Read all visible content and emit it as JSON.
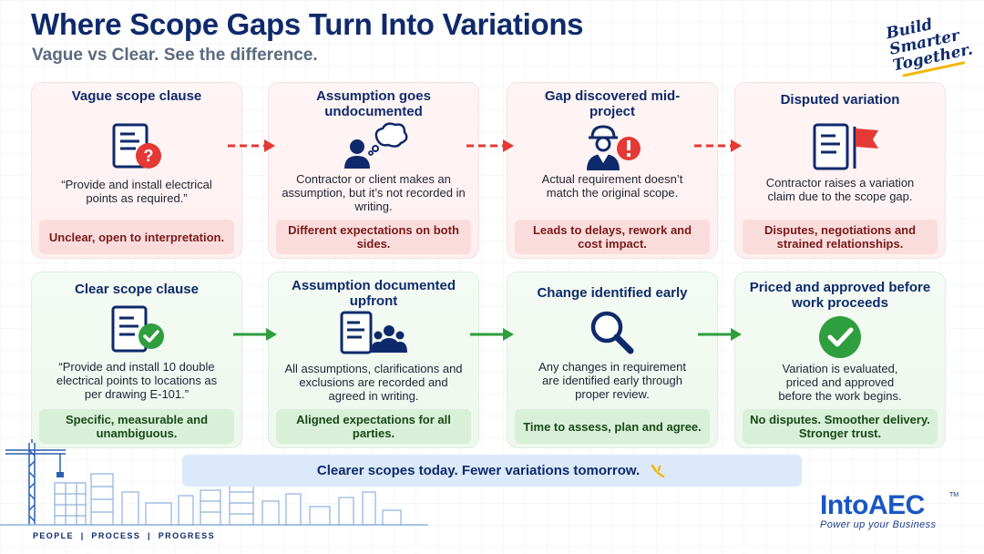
{
  "header": {
    "title": "Where Scope Gaps Turn Into Variations",
    "subtitle": "Vague vs Clear. See the difference.",
    "slogan_lines": [
      "Build",
      "Smarter",
      "Together."
    ]
  },
  "vague_row": [
    {
      "title": "Vague scope clause",
      "body": "“Provide and install electrical points as required.”",
      "result": "Unclear, open to interpretation.",
      "icon": "document-question-icon"
    },
    {
      "title": "Assumption goes undocumented",
      "body": "Contractor or client makes an assumption, but it’s not recorded in writing.",
      "result": "Different expectations on both sides.",
      "icon": "person-thought-bubble-icon"
    },
    {
      "title": "Gap discovered mid-project",
      "body": "Actual requirement doesn’t match the original scope.",
      "result": "Leads to delays, rework and cost impact.",
      "icon": "worker-alert-icon"
    },
    {
      "title": "Disputed variation",
      "body": "Contractor raises a variation claim due to the scope gap.",
      "result": "Disputes, negotiations and strained relationships.",
      "icon": "document-red-flag-icon"
    }
  ],
  "clear_row": [
    {
      "title": "Clear scope clause",
      "body": "“Provide and install 10 double electrical points to locations as per drawing E-101.”",
      "result": "Specific, measurable and unambiguous.",
      "icon": "document-check-icon"
    },
    {
      "title": "Assumption documented upfront",
      "body": "All assumptions, clarifications and exclusions are recorded and agreed in writing.",
      "result": "Aligned expectations for all parties.",
      "icon": "document-team-icon"
    },
    {
      "title": "Change identified early",
      "body": "Any changes in requirement are identified early through proper review.",
      "result": "Time to assess, plan and agree.",
      "icon": "magnifier-icon"
    },
    {
      "title": "Priced and approved before work proceeds",
      "body": "Variation is evaluated, priced and approved before the work begins.",
      "result": "No disputes. Smoother delivery. Stronger trust.",
      "icon": "check-circle-icon"
    }
  ],
  "banner": {
    "text": "Clearer scopes today. Fewer variations tomorrow."
  },
  "footer": {
    "tagline": "PEOPLE  |  PROCESS  |  PROGRESS",
    "logo_text": "IntoAEC",
    "logo_tm": "TM",
    "logo_tagline": "Power up your Business"
  },
  "colors": {
    "navy": "#0f2a6b",
    "red": "#e53935",
    "green": "#2e9e3e",
    "accent_yellow": "#f2b705"
  }
}
